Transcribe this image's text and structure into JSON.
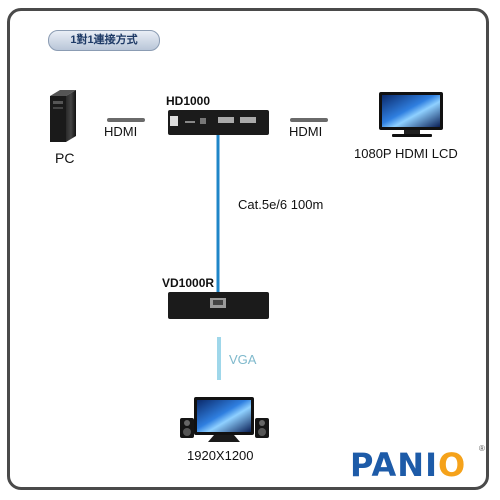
{
  "header": {
    "tab_label": "1對1連接方式"
  },
  "devices": {
    "pc": {
      "label": "PC"
    },
    "transmitter": {
      "label": "HD1000"
    },
    "monitor": {
      "label": "1080P HDMI LCD"
    },
    "receiver": {
      "label": "VD1000R"
    },
    "display": {
      "label": "1920X1200"
    }
  },
  "cables": {
    "hdmi_left": "HDMI",
    "hdmi_right": "HDMI",
    "cat": "Cat.5e/6  100m",
    "vga": "VGA"
  },
  "brand": {
    "logo": "PANIO",
    "reg": "®"
  },
  "colors": {
    "cat_line": "#1f86c8",
    "vga_line": "#9fd7ea",
    "logo_blue": "#1d5ba8",
    "logo_orange": "#f5a21a"
  }
}
